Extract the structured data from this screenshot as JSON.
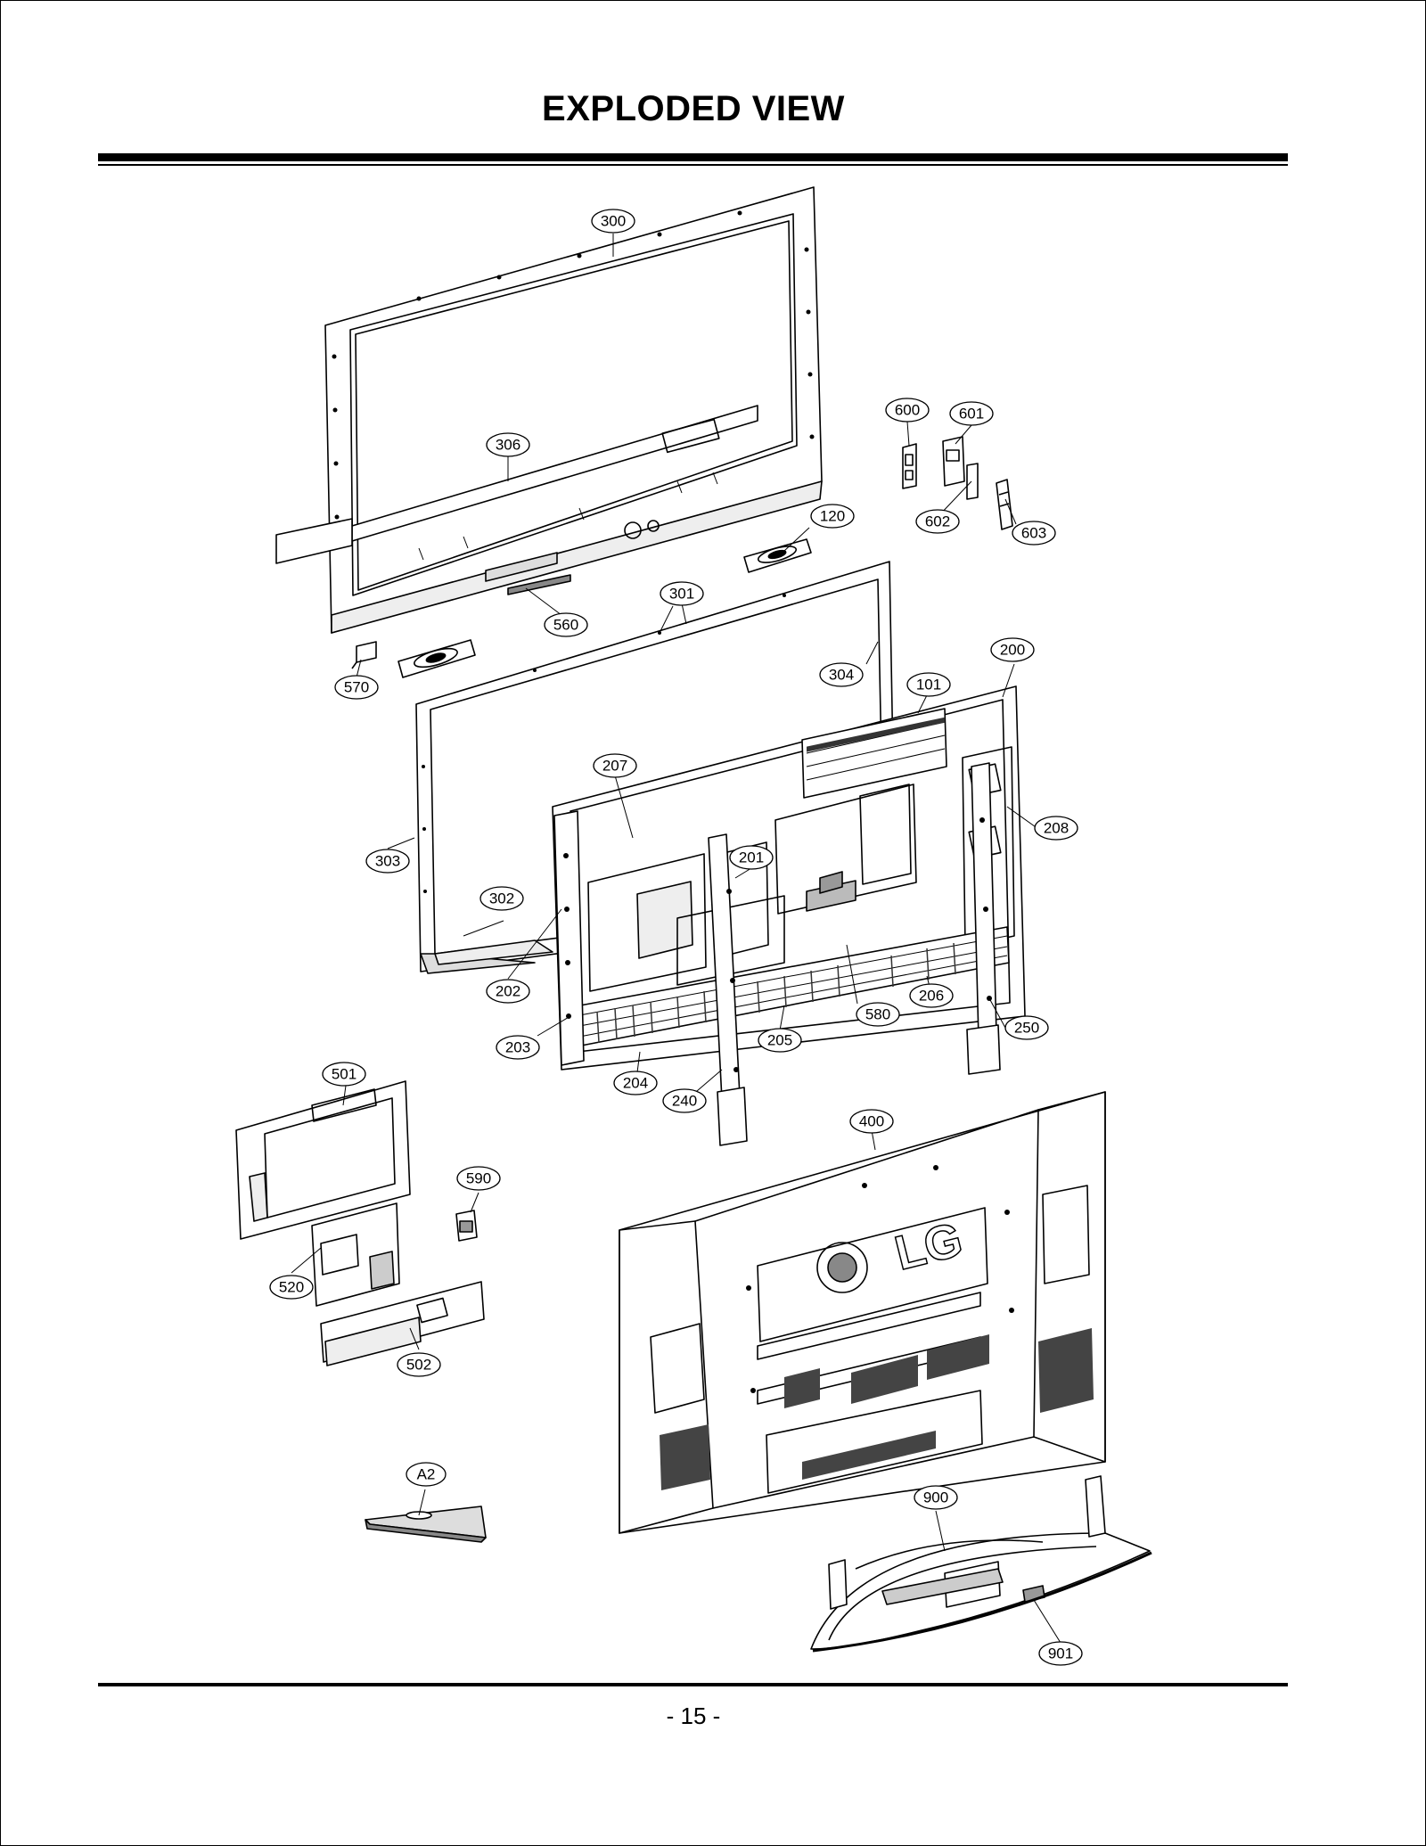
{
  "page": {
    "title": "EXPLODED VIEW",
    "page_number": "- 15 -"
  },
  "logo_text": "LG",
  "callouts": {
    "c300": "300",
    "c306": "306",
    "c600": "600",
    "c601": "601",
    "c602": "602",
    "c603": "603",
    "c120": "120",
    "c301": "301",
    "c560": "560",
    "c570": "570",
    "c304": "304",
    "c200": "200",
    "c101": "101",
    "c207": "207",
    "c208": "208",
    "c303": "303",
    "c201": "201",
    "c302": "302",
    "c202": "202",
    "c580": "580",
    "c206": "206",
    "c203": "203",
    "c205": "205",
    "c250": "250",
    "c501": "501",
    "c204": "204",
    "c240": "240",
    "c400": "400",
    "c590": "590",
    "c520": "520",
    "c502": "502",
    "cA2": "A2",
    "c900": "900",
    "c901": "901"
  }
}
